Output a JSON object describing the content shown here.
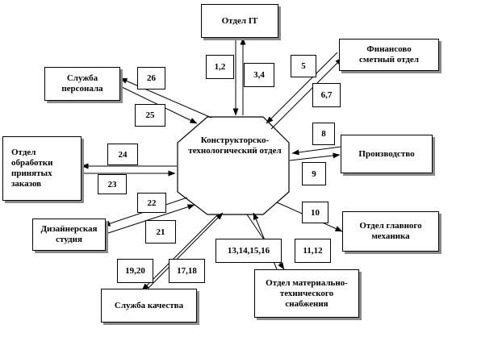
{
  "center": {
    "title": "Конструкторско-технологический отдел"
  },
  "departments": {
    "it": "Отдел IT",
    "finance": "Финансово сметный отдел",
    "hr": "Служба персонала",
    "production": "Производство",
    "orders": "Отдел обработки принятых заказов",
    "design_studio": "Дизайнерская студия",
    "chief_mechanic": "Отдел главного механика",
    "supply": "Отдел материально-технического снабжения",
    "quality": "Служба качества"
  },
  "flows": {
    "f1_2": "1,2",
    "f3_4": "3,4",
    "f5": "5",
    "f6_7": "6,7",
    "f8": "8",
    "f9": "9",
    "f10": "10",
    "f11_12": "11,12",
    "f13_16": "13,14,15,16",
    "f17_18": "17,18",
    "f19_20": "19,20",
    "f21": "21",
    "f22": "22",
    "f23": "23",
    "f24": "24",
    "f25": "25",
    "f26": "26"
  }
}
